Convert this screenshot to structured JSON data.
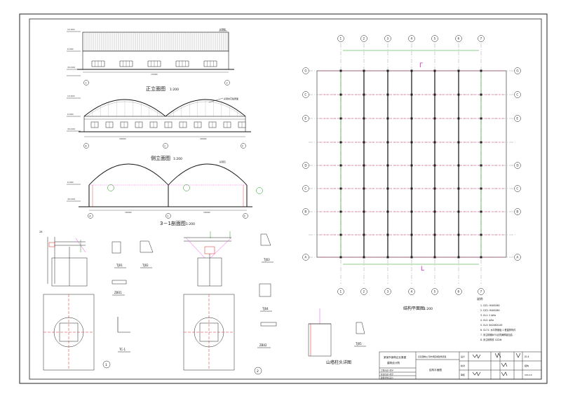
{
  "views": {
    "front_elevation": {
      "title": "正立面图",
      "scale": "1:200"
    },
    "side_elevation": {
      "title": "侧立面图",
      "scale": "1:200"
    },
    "section": {
      "title": "3－1剖面图",
      "scale": "1:200"
    },
    "roof_plan": {
      "title": "结构平面图",
      "scale": "1:200"
    },
    "gable_detail": {
      "title": "山墙柱头详图"
    }
  },
  "detail_labels": [
    "TJ01",
    "TJ02",
    "TJ03",
    "TJ04",
    "TJ05",
    "ZB01",
    "ZB02",
    "TC-1"
  ],
  "detail_numbers": [
    "1",
    "2"
  ],
  "axes": {
    "columns": [
      "1",
      "2",
      "3",
      "4",
      "5",
      "6",
      "7"
    ],
    "rows": [
      "G",
      "C",
      "E",
      "D",
      "C",
      "B",
      "A"
    ],
    "side_axes": [
      "A",
      "C",
      "F"
    ]
  },
  "notes": {
    "heading": "说明:",
    "items": [
      "1. GZ1: H400X80",
      "2. GZ2: H400X80",
      "3. GL1: 2 ф9a",
      "4. GL2: ф9a",
      "5. GL3: Φ42X8X149",
      "6. GL71: 水平撑钢板 1 根直撑构件",
      "7. 未注明钢Φ75点须满焊接加劲.",
      "8. 未注明构件 GZ2Ф"
    ]
  },
  "title_block": {
    "company": "某某市钢构企业集团",
    "company_sub": "建筑设计院",
    "project": "某某钢构公司市郊区域建筑项目",
    "drawing_name": "结构平面图",
    "drawing_no": "JG-4",
    "label_design": "设计",
    "label_check": "校对",
    "label_approve": "审核",
    "discipline": "结构",
    "date": "2014.6",
    "cells_left": [
      "工程负责人签字",
      "专业负责人签字",
      "建筑单位负责人"
    ]
  }
}
